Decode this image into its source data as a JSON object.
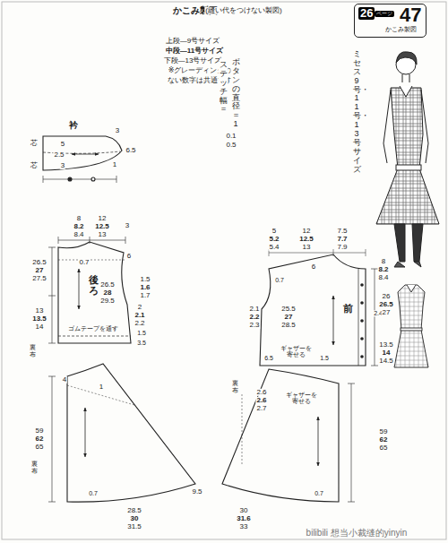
{
  "diagram": {
    "title": "かこみ製図",
    "nodes": [
      {
        "text": [
          "26",
          "ページ",
          "47",
          "かこみ製図"
        ]
      }
    ],
    "labels": [
      "(縫い代をつけない製図)",
      "上段―9号サイズ",
      "中段―11号サイズ",
      "下段―13号サイズ",
      "※グレーディングの",
      "ない数字は共通です",
      "ミセス9号・11号・13号サイズ",
      "ボタンの直径＝1",
      "ステッチ幅＝",
      "0.1",
      "0.5",
      "衿",
      "3",
      "6.5",
      "5",
      "2.5",
      "3",
      "1",
      "芯",
      "芯",
      "8",
      "8.2",
      "8.4",
      "12",
      "12.5",
      "13",
      "3",
      "6",
      "0.7",
      "26.5",
      "27",
      "27.5",
      "後ろ",
      "26.5",
      "28",
      "29.5",
      "1.5",
      "1.6",
      "1.7",
      "2",
      "2.1",
      "2.2",
      "13",
      "13.5",
      "14",
      "ゴムテープを通す",
      "1.5",
      "裏布",
      "3.5",
      "4",
      "1",
      "59",
      "62",
      "65",
      "裏布",
      "0.7",
      "9.5",
      "28.5",
      "30",
      "31.5",
      "5",
      "5.2",
      "5.4",
      "12",
      "12.5",
      "13",
      "7.5",
      "7.7",
      "7.9",
      "6",
      "8",
      "8.2",
      "8.4",
      "0.7",
      "25.5",
      "27",
      "28.5",
      "前",
      "2.1",
      "2.2",
      "2.3",
      "2.4",
      "ギャザーを 寄せる",
      "6.5",
      "1.5",
      "26",
      "26.5",
      "27",
      "13.5",
      "14",
      "14.5",
      "裏布",
      "2.6",
      "2.6",
      "2.7",
      "ギャザーを 寄せる",
      "59",
      "62",
      "65",
      "0.7",
      "30",
      "31.6",
      "33",
      "bilibili 想当小裁缝的yinyin"
    ]
  }
}
